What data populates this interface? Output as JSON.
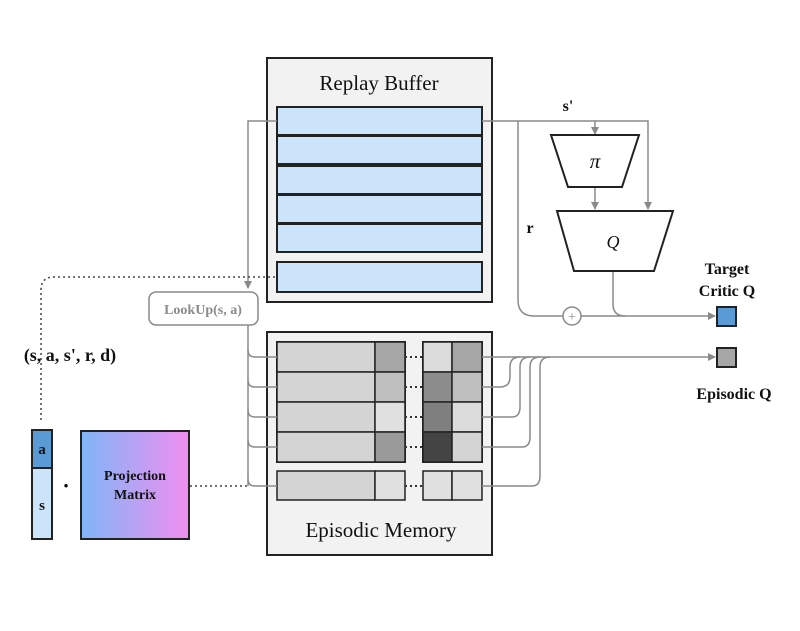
{
  "replay_buffer": {
    "title": "Replay Buffer"
  },
  "episodic_memory": {
    "title": "Episodic Memory"
  },
  "lookup": {
    "label": "LookUp(s, a)"
  },
  "policy": {
    "symbol": "π"
  },
  "critic": {
    "symbol": "Q"
  },
  "signals": {
    "next_state": "s'",
    "reward": "r",
    "plus": "+"
  },
  "tuple": {
    "label": "(s, a, s', r, d)"
  },
  "state_vector": {
    "action_label": "a",
    "state_label": "s"
  },
  "dot_operator": "·",
  "projection": {
    "line1": "Projection",
    "line2": "Matrix"
  },
  "outputs": {
    "target_line1": "Target",
    "target_line2": "Critic Q",
    "episodic": "Episodic Q"
  },
  "colors": {
    "buffer_row": "#cce4fa",
    "target_square": "#5b9bd5",
    "episodic_square": "#a6a6a6",
    "projection_from": "#7fb6f7",
    "projection_to": "#f08ef0",
    "memory_cells": [
      "#a6a6a6",
      "#bfbfbf",
      "#dcdcdc",
      "#8c8c8c",
      "#5a5a5a",
      "#444444"
    ]
  }
}
